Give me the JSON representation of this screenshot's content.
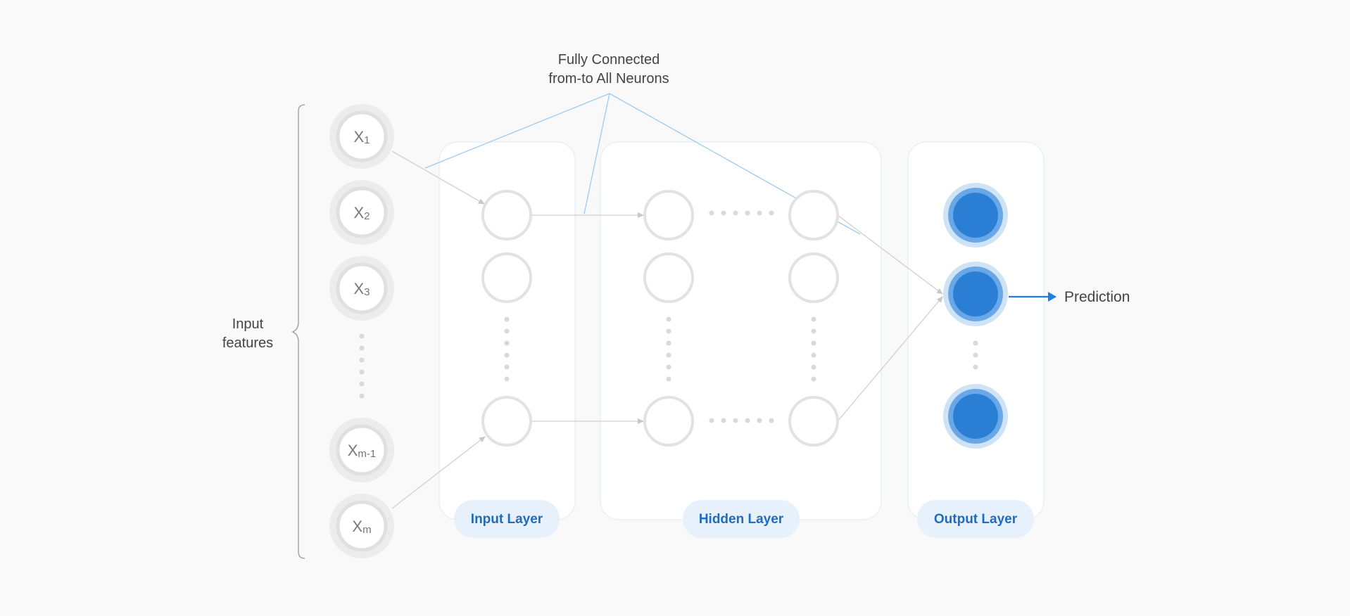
{
  "annotation": {
    "line1": "Fully Connected",
    "line2": "from-to All Neurons"
  },
  "input_features": {
    "label_line1": "Input",
    "label_line2": "features",
    "nodes": [
      {
        "base": "X",
        "sub": "1"
      },
      {
        "base": "X",
        "sub": "2"
      },
      {
        "base": "X",
        "sub": "3"
      },
      {
        "base": "X",
        "sub": "m-1"
      },
      {
        "base": "X",
        "sub": "m"
      }
    ]
  },
  "layers": {
    "input": "Input Layer",
    "hidden": "Hidden Layer",
    "output": "Output Layer"
  },
  "prediction": "Prediction",
  "colors": {
    "background": "#f9f9f9",
    "panel": "#ffffff",
    "panel_border": "#e8f0f8",
    "neuron_stroke": "#e2e2e2",
    "feature_outer": "#ececec",
    "connector": "#d0d0d0",
    "annotation_line": "#9ccbf1",
    "output_fill": "#2a7fd4",
    "output_halo": "#cfe3f7",
    "output_ring": "#6aa7e6",
    "pill_bg": "#e7f1fc",
    "pill_text": "#1f6cbf",
    "dots": "#d9d9d9"
  }
}
